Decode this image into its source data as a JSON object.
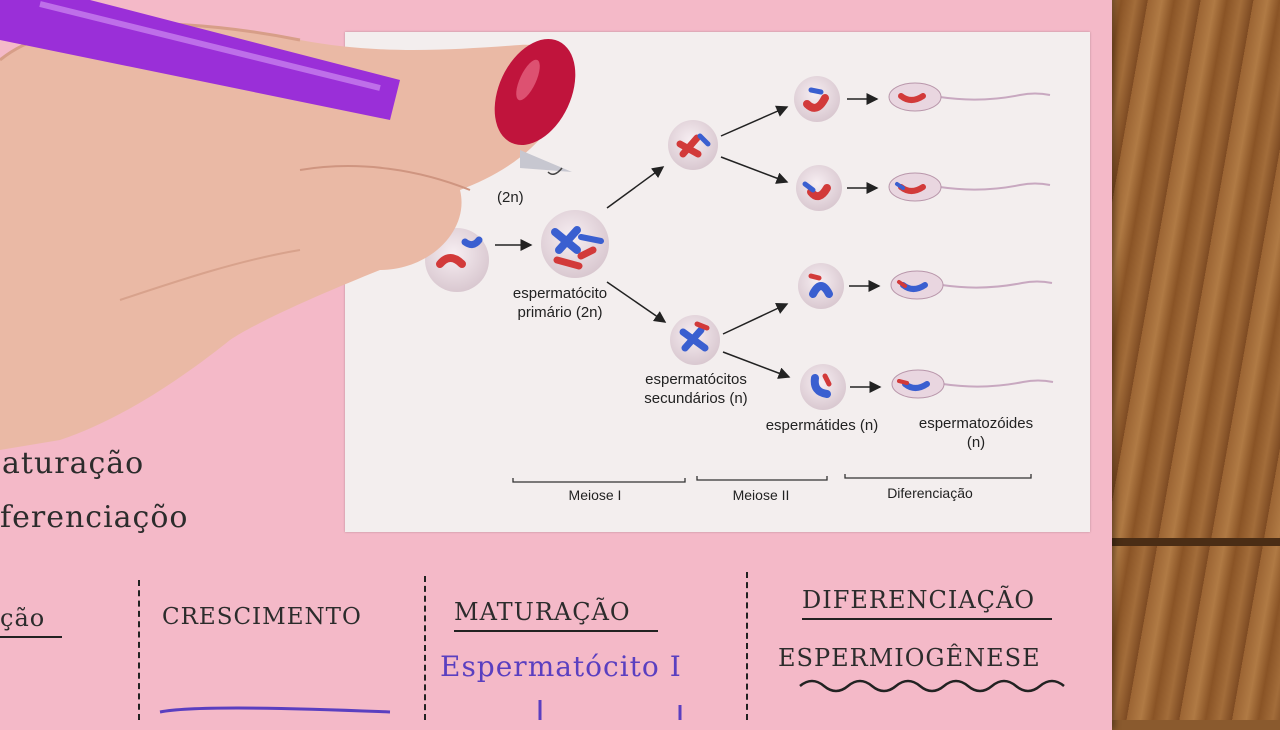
{
  "diagram": {
    "label_2n": "(2n)",
    "primary": "espermatócito\nprimário (2n)",
    "secondary": "espermatócitos\nsecundários (n)",
    "spermatids": "espermátides (n)",
    "spermatozoa": "espermatozóides\n(n)",
    "stage1": "Meiose I",
    "stage2": "Meiose II",
    "stage3": "Diferenciação"
  },
  "notes": {
    "left1": "aturação",
    "left2": "ferenciaçõo",
    "col0": "ção",
    "col1": "CRESCIMENTO",
    "col2": "MATURAÇÃO",
    "col3a": "DIFERENCIAÇÃO",
    "col3b": "ESPERMIOGÊNESE",
    "row2": "Espermatócito I"
  },
  "colors": {
    "paper": "#f4b9c8",
    "purple_ink": "#5a3fc0",
    "chrom_red": "#d23a3a",
    "chrom_blue": "#3a5fd0",
    "pen": "#9a2fd8",
    "nail": "#c0143c"
  }
}
